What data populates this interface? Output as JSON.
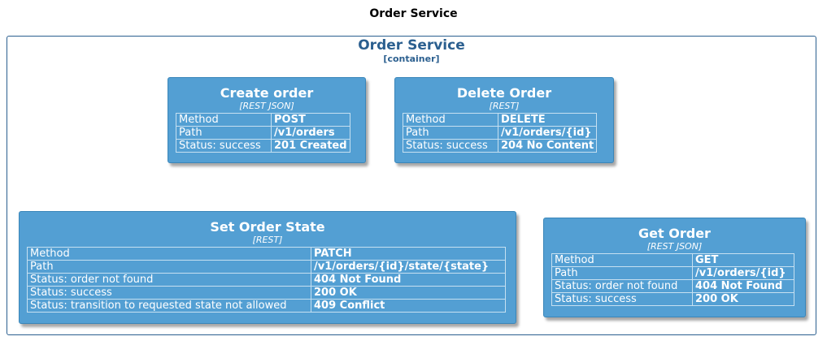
{
  "page_title": "Order Service",
  "boundary": {
    "title": "Order Service",
    "type": "[container]"
  },
  "nodes": [
    {
      "title": "Create order",
      "tech": "[REST JSON]",
      "rows": [
        {
          "key": "Method",
          "value": "POST"
        },
        {
          "key": "Path",
          "value": "/v1/orders"
        },
        {
          "key": "Status: success",
          "value": "201 Created"
        }
      ]
    },
    {
      "title": "Delete Order",
      "tech": "[REST]",
      "rows": [
        {
          "key": "Method",
          "value": "DELETE"
        },
        {
          "key": "Path",
          "value": "/v1/orders/{id}"
        },
        {
          "key": "Status: success",
          "value": "204 No Content"
        }
      ]
    },
    {
      "title": "Set Order State",
      "tech": "[REST]",
      "rows": [
        {
          "key": "Method",
          "value": "PATCH"
        },
        {
          "key": "Path",
          "value": "/v1/orders/{id}/state/{state}"
        },
        {
          "key": "Status: order not found",
          "value": "404 Not Found"
        },
        {
          "key": "Status: success",
          "value": "200 OK"
        },
        {
          "key": "Status: transition to requested state not allowed",
          "value": "409 Conflict"
        }
      ]
    },
    {
      "title": "Get Order",
      "tech": "[REST JSON]",
      "rows": [
        {
          "key": "Method",
          "value": "GET"
        },
        {
          "key": "Path",
          "value": "/v1/orders/{id}"
        },
        {
          "key": "Status: order not found",
          "value": "404 Not Found"
        },
        {
          "key": "Status: success",
          "value": "200 OK"
        }
      ]
    }
  ]
}
